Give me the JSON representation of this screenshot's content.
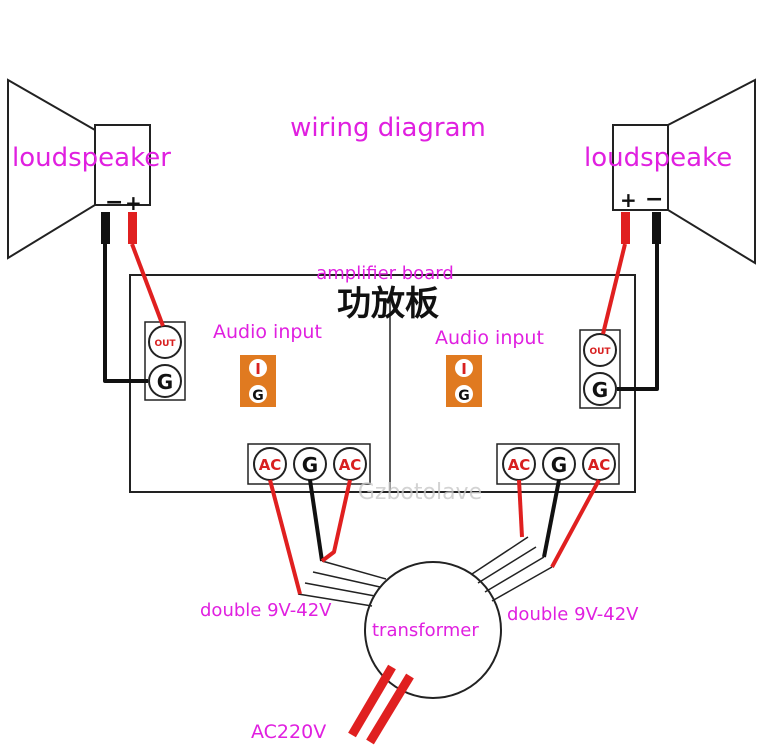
{
  "title": "wiring diagram",
  "board": {
    "label_en": "amplifier board",
    "label_cn": "功放板"
  },
  "speakers": {
    "left_label": "loudspeaker",
    "right_label": "loudspeake",
    "minus_symbol": "−",
    "plus_symbol": "+"
  },
  "channels": {
    "left_audio_label": "Audio input",
    "right_audio_label": "Audio input",
    "out_pin": "OUT",
    "g_pin": "G",
    "i_pin": "I",
    "ac_pin": "AC"
  },
  "transformer": {
    "label": "transformer",
    "left_winding": "double 9V-42V",
    "right_winding": "double 9V-42V",
    "mains": "AC220V"
  },
  "watermark": "Gzbotolave",
  "colors": {
    "label": "#e020e0",
    "wire_red": "#e02020",
    "wire_black": "#111111",
    "pin_red": "#d82020",
    "audio_block": "#e07a20"
  }
}
